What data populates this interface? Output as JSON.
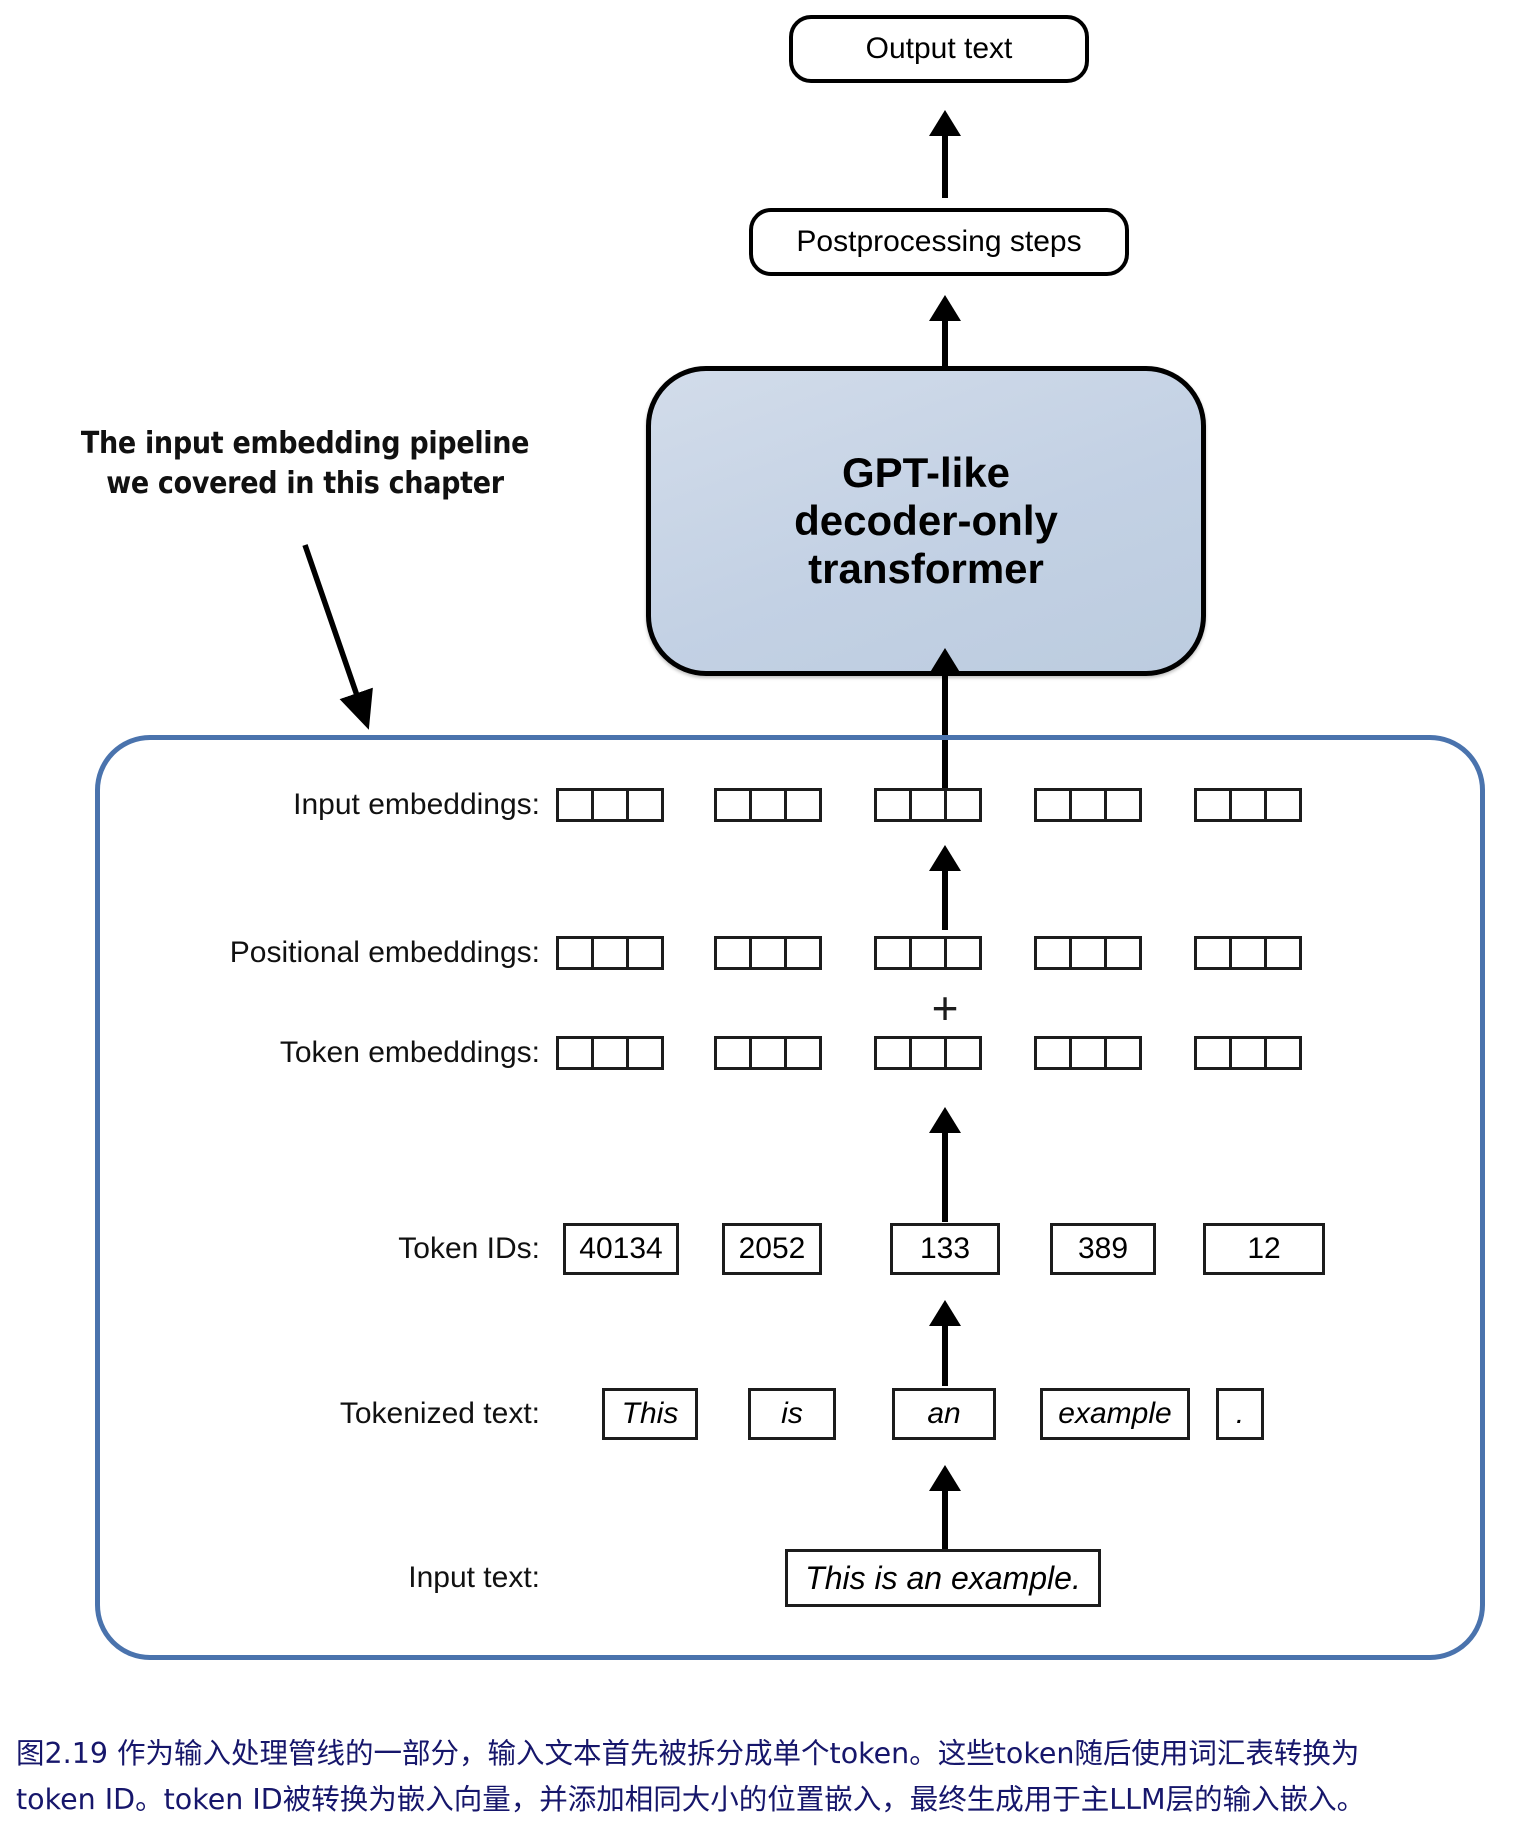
{
  "figure": {
    "output_text": "Output text",
    "postprocessing": "Postprocessing steps",
    "transformer": {
      "line1": "GPT-like",
      "line2": "decoder-only",
      "line3": "transformer"
    },
    "annotation": {
      "line1": "The input embedding pipeline",
      "line2": "we covered in this chapter"
    },
    "plus": "+",
    "rows": {
      "input_embeddings_label": "Input embeddings:",
      "positional_embeddings_label": "Positional embeddings:",
      "token_embeddings_label": "Token embeddings:",
      "token_ids_label": "Token IDs:",
      "tokenized_text_label": "Tokenized text:",
      "input_text_label": "Input text:"
    },
    "token_ids": [
      "40134",
      "2052",
      "133",
      "389",
      "12"
    ],
    "tokens": [
      "This",
      "is",
      "an",
      "example",
      "."
    ],
    "input_text": "This is an example.",
    "embedding_cells_per_group": 3,
    "embedding_groups": 5,
    "colors": {
      "pipeline_border": "#4a73ad",
      "transformer_fill": "#c6d3e5",
      "stroke": "#000000",
      "caption": "#16166b"
    }
  },
  "caption": {
    "line1": "图2.19 作为输入处理管线的一部分，输入文本首先被拆分成单个token。这些token随后使用词汇表转换为",
    "line2": "token ID。token ID被转换为嵌入向量，并添加相同大小的位置嵌入，最终生成用于主LLM层的输入嵌入。"
  }
}
